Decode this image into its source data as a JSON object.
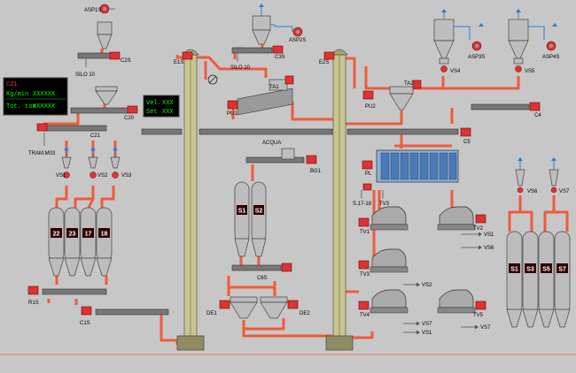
{
  "panel_main": {
    "code": "C21",
    "rate_label": "Kg/min",
    "rate_value": "XXXXXX",
    "total_label": "Tot. ton",
    "total_value": "XXXXXX"
  },
  "panel_vel": {
    "vel_label": "Vel.",
    "vel_value": "XXX",
    "set_label": "Set",
    "set_value": "XXX"
  },
  "labels": {
    "asp1s": "ASP1S",
    "c2s": "C2S",
    "silo10a": "SILO 10",
    "e1s": "E1S",
    "c3s": "C3S",
    "silo10b": "SILO 10",
    "asp2s": "ASP2S",
    "e2s": "E2S",
    "vs4": "VS4",
    "asp3s": "ASP3S",
    "vs5": "VS5",
    "asp4s": "ASP4S",
    "c20": "C20",
    "c21": "C21",
    "tram": "TRAM.M03",
    "pu1": "PU1",
    "ta1": "TA1",
    "pu2": "PU2",
    "ta2": "TA2",
    "c4": "C4",
    "c5": "C5",
    "acqua": "ACQUA",
    "bg1": "BG1",
    "vs1": "VS1",
    "vs2": "VS2",
    "vs3": "VS3",
    "pl": "PL",
    "s1718": "S.17-18",
    "tv3top": "TV3",
    "tv1": "TV1",
    "tv2": "TV2",
    "vs1b": "VS1",
    "vs6b": "VS6",
    "tv3": "TV3",
    "vs2b": "VS2",
    "tv4": "TV4",
    "tv5": "TV5",
    "vs7a": "VS7",
    "vs1c": "VS1",
    "vs7b": "VS7",
    "vs6": "VS6",
    "vs7": "VS7",
    "c6s": "C6S",
    "r1s": "R1S",
    "c1s": "C1S",
    "de1": "DE1",
    "de2": "DE2"
  },
  "silos_left": [
    "22",
    "23",
    "17",
    "18"
  ],
  "silos_mid": [
    "S1",
    "S2"
  ],
  "silos_right": [
    "S1",
    "S3",
    "S5",
    "S7"
  ],
  "colors": {
    "background": "#c7c7c7",
    "pipe": "#f15a3a",
    "motor": "#d33333",
    "panel_bg": "#000000",
    "panel_text": "#00ff00",
    "panel_code": "#ff3333"
  }
}
